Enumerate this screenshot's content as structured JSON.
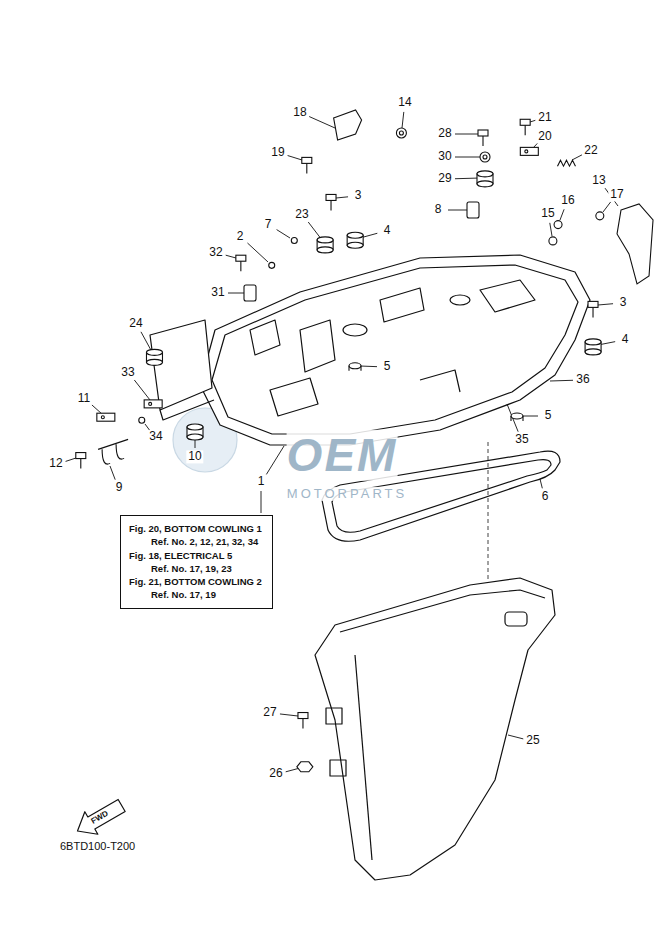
{
  "diagram": {
    "nodes": [
      {
        "text": [
          "Fig. 20, BOTTOM COWLING 1",
          "Ref. No. 2, 12, 21, 32, 34",
          "Fig. 18, ELECTRICAL 5",
          "Ref. No. 17, 19, 23",
          "Fig. 21, BOTTOM COWLING 2",
          "Ref. No. 17, 19"
        ]
      }
    ],
    "labels": [
      "14",
      "18",
      "21",
      "28",
      "20",
      "22",
      "30",
      "19",
      "29",
      "13",
      "3",
      "16",
      "17",
      "8",
      "23",
      "15",
      "7",
      "4",
      "2",
      "32",
      "31",
      "3",
      "24",
      "4",
      "5",
      "33",
      "36",
      "11",
      "5",
      "35",
      "34",
      "10",
      "12",
      "1",
      "9",
      "6",
      "27",
      "25",
      "26",
      "OEM",
      "MOTORPARTS",
      "FWD",
      "6BTD100-T200"
    ]
  }
}
